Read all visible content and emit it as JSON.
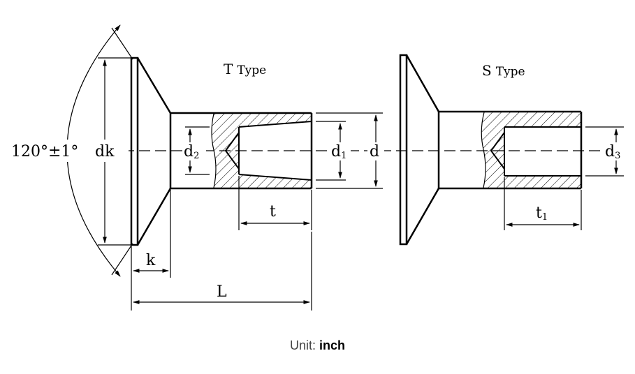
{
  "titles": {
    "t_letter": "T",
    "t_word": "Type",
    "s_letter": "S",
    "s_word": "Type"
  },
  "dimensions": {
    "angle": "120°±1°",
    "dk": "dk",
    "d2": "d",
    "d2_sub": "2",
    "d1": "d",
    "d1_sub": "1",
    "d": "d",
    "d3": "d",
    "d3_sub": "3",
    "t": "t",
    "t1": "t",
    "t1_sub": "1",
    "k": "k",
    "L": "L"
  },
  "caption": {
    "prefix": "Unit: ",
    "unit": "inch"
  }
}
